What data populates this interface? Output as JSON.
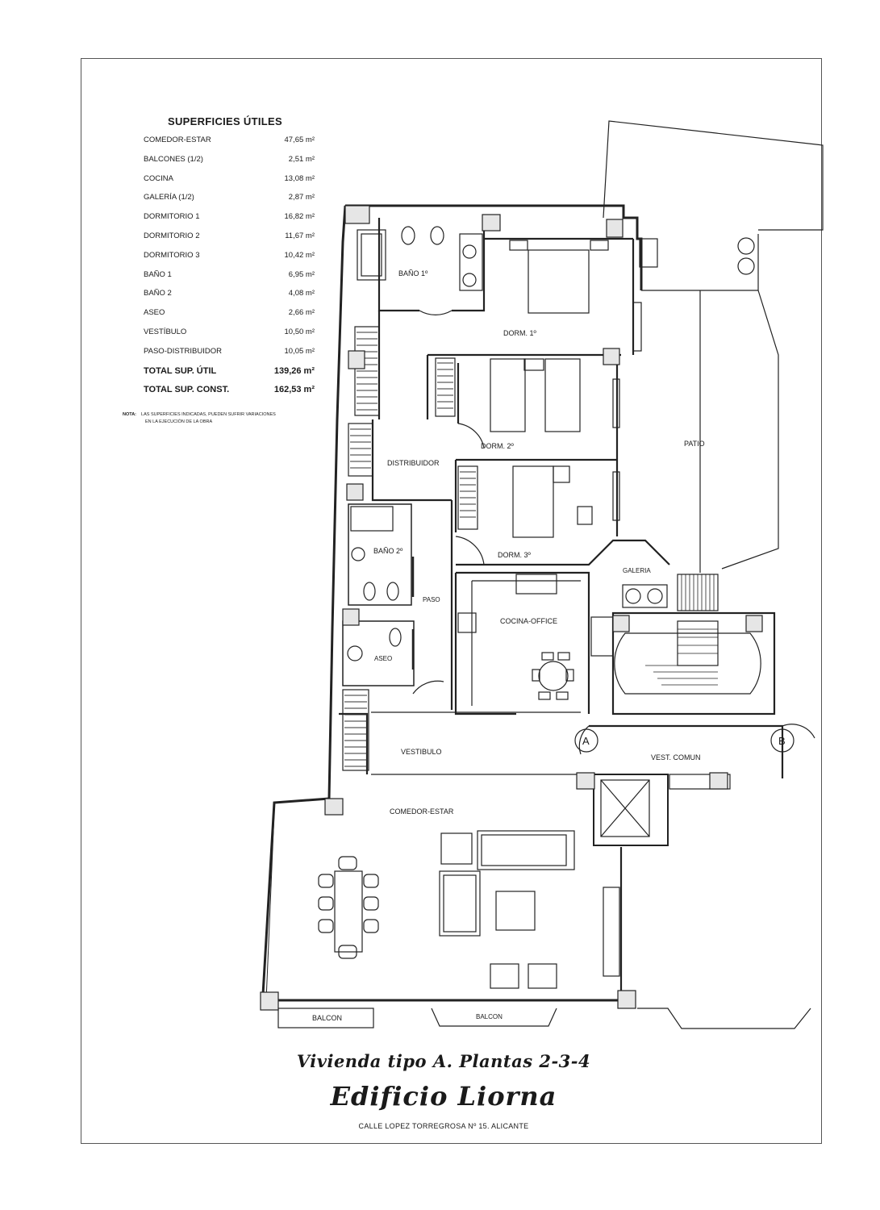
{
  "surfaces": {
    "title": "SUPERFICIES ÚTILES",
    "rows": [
      {
        "name": "COMEDOR-ESTAR",
        "value": "47,65 m²"
      },
      {
        "name": "BALCONES (1/2)",
        "value": "2,51 m²"
      },
      {
        "name": "COCINA",
        "value": "13,08 m²"
      },
      {
        "name": "GALERÍA (1/2)",
        "value": "2,87 m²"
      },
      {
        "name": "DORMITORIO 1",
        "value": "16,82 m²"
      },
      {
        "name": "DORMITORIO 2",
        "value": "11,67 m²"
      },
      {
        "name": "DORMITORIO 3",
        "value": "10,42 m²"
      },
      {
        "name": "BAÑO 1",
        "value": "6,95 m²"
      },
      {
        "name": "BAÑO 2",
        "value": "4,08 m²"
      },
      {
        "name": "ASEO",
        "value": "2,66 m²"
      },
      {
        "name": "VESTÍBULO",
        "value": "10,50 m²"
      },
      {
        "name": "PASO-DISTRIBUIDOR",
        "value": "10,05 m²"
      }
    ],
    "totals": [
      {
        "name": "TOTAL SUP. ÚTIL",
        "value": "139,26 m²"
      },
      {
        "name": "TOTAL SUP. CONST.",
        "value": "162,53 m²"
      }
    ],
    "note_label": "NOTA:",
    "note_line1": "LAS SUPERFICIES INDICADAS, PUEDEN SUFRIR VARIACIONES",
    "note_line2": "EN LA EJECUCIÓN DE LA OBRA"
  },
  "rooms": {
    "bano1": "BAÑO 1º",
    "dorm1": "DORM. 1º",
    "dorm2": "DORM. 2º",
    "patio": "PATIO",
    "distribuidor": "DISTRIBUIDOR",
    "dorm3": "DORM. 3º",
    "bano2": "BAÑO 2º",
    "galeria": "GALERIA",
    "paso": "PASO",
    "cocina": "COCINA-OFFICE",
    "aseo": "ASEO",
    "vestibulo": "VESTIBULO",
    "vest_comun": "VEST. COMUN",
    "marker_a": "A",
    "marker_b": "B",
    "comedor": "COMEDOR-ESTAR",
    "balcon_left": "BALCON",
    "balcon_right": "BALCON"
  },
  "footer": {
    "subtitle": "Vivienda tipo A.  Plantas 2-3-4",
    "building": "Edificio Liorna",
    "address": "CALLE LOPEZ TORREGROSA Nº 15. ALICANTE"
  }
}
